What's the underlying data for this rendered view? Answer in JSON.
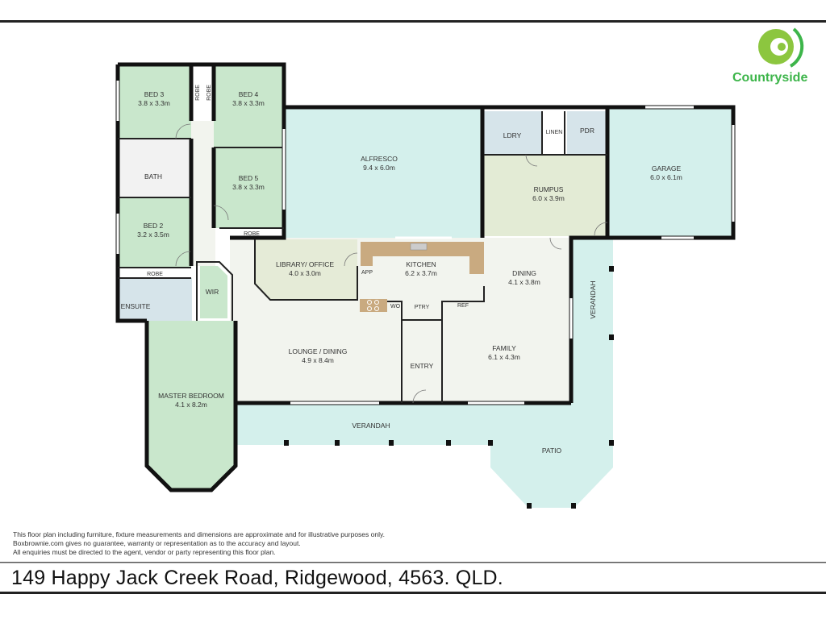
{
  "brand": {
    "name": "Countryside",
    "accent": "#3db54a"
  },
  "rooms": {
    "bed3": {
      "name": "BED 3",
      "size": "3.8 x 3.3m"
    },
    "bed4": {
      "name": "BED 4",
      "size": "3.8 x 3.3m"
    },
    "bed5": {
      "name": "BED 5",
      "size": "3.8 x 3.3m"
    },
    "bed2": {
      "name": "BED 2",
      "size": "3.2 x 3.5m"
    },
    "bath": {
      "name": "BATH"
    },
    "robe1": {
      "name": "ROBE"
    },
    "robe2": {
      "name": "ROBE"
    },
    "robe3": {
      "name": "ROBE"
    },
    "robe4": {
      "name": "ROBE"
    },
    "ensuite": {
      "name": "ENSUITE"
    },
    "wir": {
      "name": "WIR"
    },
    "master": {
      "name": "MASTER BEDROOM",
      "size": "4.1 x 8.2m"
    },
    "alfresco": {
      "name": "ALFRESCO",
      "size": "9.4 x 6.0m"
    },
    "library": {
      "name": "LIBRARY/ OFFICE",
      "size": "4.0 x 3.0m"
    },
    "kitchen": {
      "name": "KITCHEN",
      "size": "6.2 x 3.7m"
    },
    "app": {
      "name": "APP"
    },
    "wo": {
      "name": "WO"
    },
    "ptry": {
      "name": "PTRY"
    },
    "ref": {
      "name": "REF"
    },
    "ldry": {
      "name": "LDRY"
    },
    "linen": {
      "name": "LINEN"
    },
    "pdr": {
      "name": "PDR"
    },
    "rumpus": {
      "name": "RUMPUS",
      "size": "6.0 x 3.9m"
    },
    "garage": {
      "name": "GARAGE",
      "size": "6.0 x 6.1m"
    },
    "dining": {
      "name": "DINING",
      "size": "4.1 x 3.8m"
    },
    "family": {
      "name": "FAMILY",
      "size": "6.1 x 4.3m"
    },
    "lounge": {
      "name": "LOUNGE / DINING",
      "size": "4.9 x 8.4m"
    },
    "entry": {
      "name": "ENTRY"
    },
    "verandah_front": {
      "name": "VERANDAH"
    },
    "verandah_side": {
      "name": "VERANDAH"
    },
    "patio": {
      "name": "PATIO"
    }
  },
  "disclaimer": [
    "This floor plan including furniture, fixture measurements and dimensions are approximate and for illustrative purposes only.",
    "Boxbrownie.com gives no guarantee, warranty or representation as to the accuracy and layout.",
    "All enquiries must be directed to the agent, vendor or party representing this floor plan."
  ],
  "address": "149 Happy Jack Creek Road, Ridgewood, 4563. QLD.",
  "colors": {
    "bedroom": "#c9e7cc",
    "outdoor": "#d4f0ec",
    "wet": "#d6e4ea",
    "living": "#f2f4ee",
    "rumpus": "#e3ebd5",
    "counter": "#c9aa80"
  }
}
